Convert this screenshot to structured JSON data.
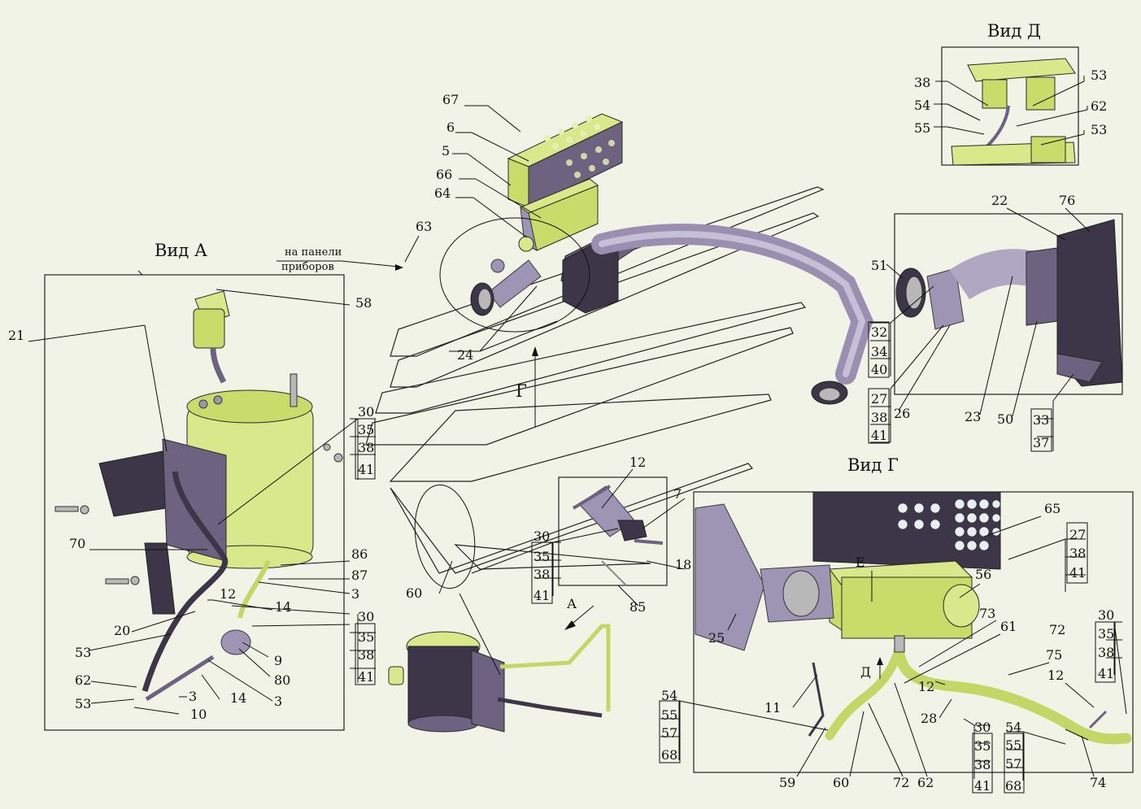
{
  "views": {
    "view_a": "Вид А",
    "view_d": "Вид Д",
    "view_g": "Вид Г"
  },
  "note": {
    "line1": "на панели",
    "line2": "приборов"
  },
  "arrows": {
    "g": "Г",
    "a": "А",
    "d": "Д",
    "e": "Е"
  },
  "labels": {
    "n67": "67",
    "n6": "6",
    "n5": "5",
    "n66": "66",
    "n64": "64",
    "n63": "63",
    "n24": "24",
    "n21": "21",
    "n58": "58",
    "a30": "30",
    "a35": "35",
    "a38": "38",
    "a41": "41",
    "n70": "70",
    "n86": "86",
    "n87": "87",
    "a3a": "3",
    "a12": "12",
    "a14a": "14",
    "b30": "30",
    "b35": "35",
    "b38": "38",
    "b41": "41",
    "n20": "20",
    "n53a": "53",
    "n9": "9",
    "n80": "80",
    "n62a": "62",
    "a14b": "14",
    "a3b": "3",
    "a3c": "3",
    "n53b": "53",
    "n10": "10",
    "d38": "38",
    "d53a": "53",
    "d54": "54",
    "d62": "62",
    "d55": "55",
    "d53b": "53",
    "n22": "22",
    "n76": "76",
    "n51": "51",
    "c32": "32",
    "c34": "34",
    "c40": "40",
    "c27": "27",
    "c38": "38",
    "c41": "41",
    "n26": "26",
    "n23": "23",
    "n50": "50",
    "c33": "33",
    "c37": "37",
    "m12": "12",
    "m7": "7",
    "m30": "30",
    "m35": "35",
    "m38": "38",
    "m41": "41",
    "m18": "18",
    "m85": "85",
    "n60a": "60",
    "n65": "65",
    "g27": "27",
    "g38": "38",
    "g41": "41",
    "n56": "56",
    "n73": "73",
    "n25": "25",
    "n61": "61",
    "n72a": "72",
    "n75": "75",
    "g30": "30",
    "g35": "35",
    "g38b": "38",
    "g41b": "41",
    "g12a": "12",
    "g12b": "12",
    "n11": "11",
    "n28": "28",
    "g54a": "54",
    "g55a": "55",
    "g57a": "57",
    "g68a": "68",
    "h30": "30",
    "h35": "35",
    "h38": "38",
    "h41": "41",
    "g54b": "54",
    "g55b": "55",
    "g57b": "57",
    "g68b": "68",
    "n59": "59",
    "n60b": "60",
    "n72b": "72",
    "n62b": "62",
    "n74": "74"
  }
}
